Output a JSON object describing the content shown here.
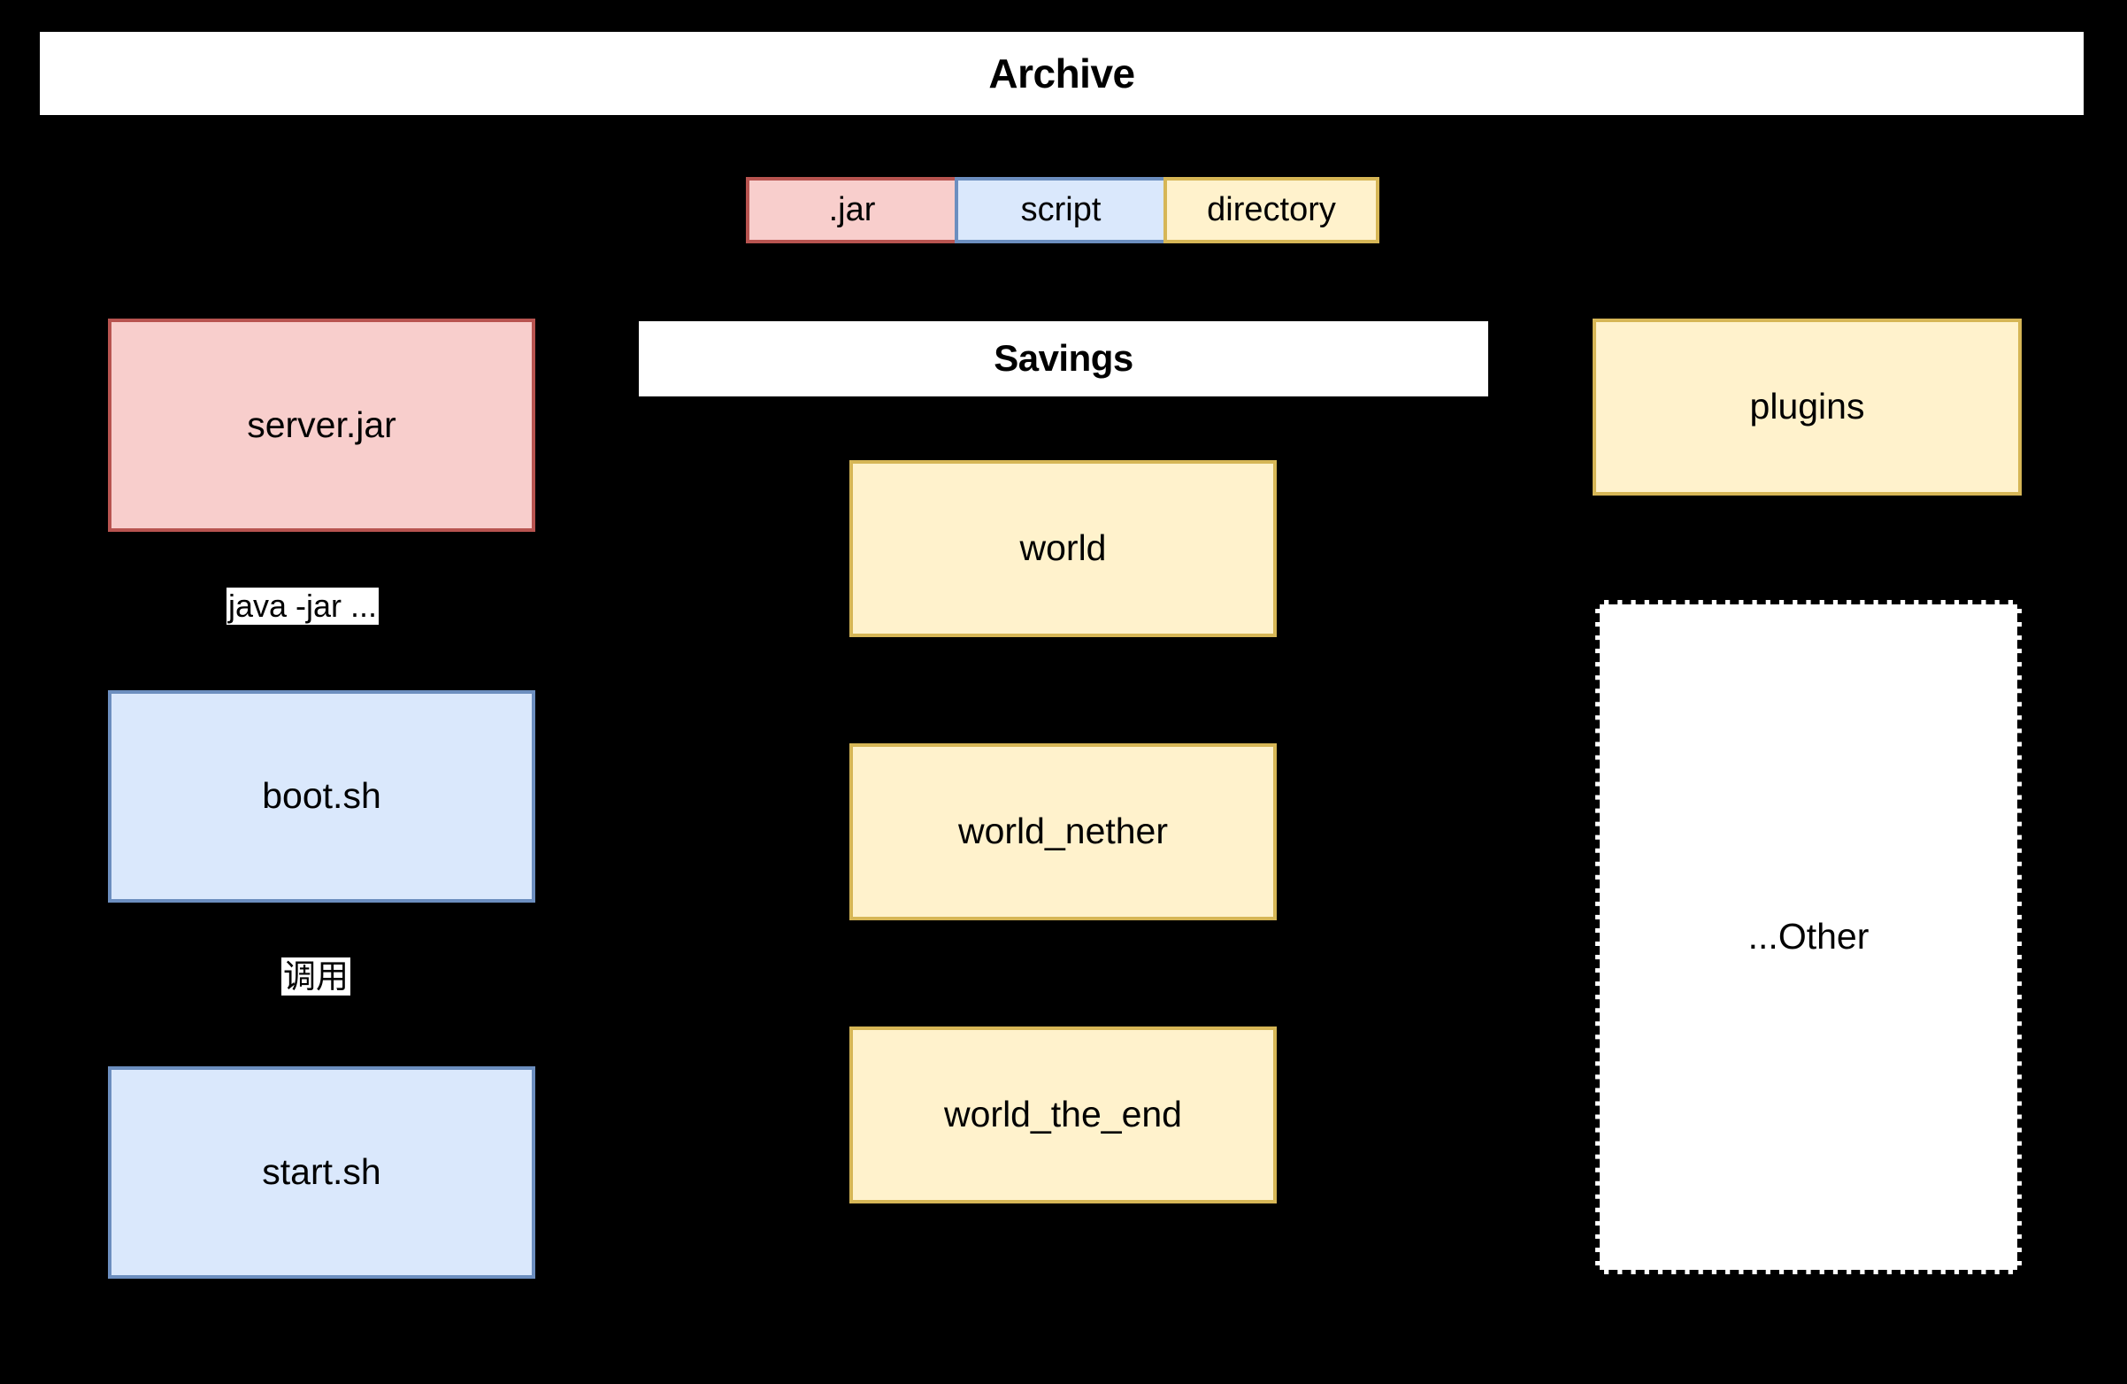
{
  "diagram": {
    "background_color": "#000000",
    "archive": {
      "title": "Archive"
    },
    "legend": {
      "items": [
        {
          "label": ".jar",
          "fill": "#f8cecc",
          "stroke": "#b85450"
        },
        {
          "label": "script",
          "fill": "#dae8fc",
          "stroke": "#6c8ebf"
        },
        {
          "label": "directory",
          "fill": "#fff2cc",
          "stroke": "#d6b656"
        }
      ]
    },
    "left_column": {
      "nodes": [
        {
          "label": "server.jar",
          "kind": "jar"
        },
        {
          "label": "boot.sh",
          "kind": "script"
        },
        {
          "label": "start.sh",
          "kind": "script"
        }
      ],
      "edge_labels": [
        {
          "label": "java -jar ..."
        },
        {
          "label": "调用"
        }
      ]
    },
    "middle_column": {
      "title": "Savings",
      "nodes": [
        {
          "label": "world",
          "kind": "directory"
        },
        {
          "label": "world_nether",
          "kind": "directory"
        },
        {
          "label": "world_the_end",
          "kind": "directory"
        }
      ]
    },
    "right_column": {
      "nodes": [
        {
          "label": "plugins",
          "kind": "directory"
        },
        {
          "label": "...Other",
          "kind": "other"
        }
      ]
    }
  }
}
